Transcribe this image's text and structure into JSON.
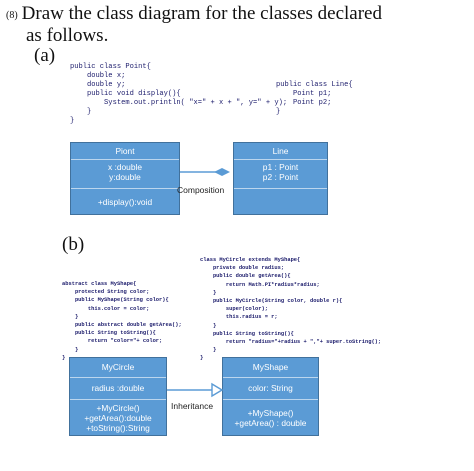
{
  "question": {
    "number": "(8)",
    "line1": "Draw the class diagram for the classes declared",
    "line2": "as follows."
  },
  "part_a": {
    "label": "(a)",
    "code_point": [
      "public class Point{",
      "    double x;",
      "    double y;",
      "    public void display(){",
      "        System.out.println( \"x=\" + x + \", y=\" + y);",
      "    }",
      "}"
    ],
    "code_line": [
      "public class Line{",
      "    Point p1;",
      "    Point p2;",
      "}"
    ],
    "diagram": {
      "class1": {
        "name": "Piont",
        "attributes": [
          "x :double",
          "y:double"
        ],
        "methods": [
          "+display():void"
        ]
      },
      "class2": {
        "name": "Line",
        "attributes": [
          "p1 : Point",
          "p2 : Point"
        ],
        "methods": [
          ""
        ]
      },
      "relation": "Composition"
    }
  },
  "part_b": {
    "label": "(b)",
    "code_shape": [
      "abstract class MyShape{",
      "    protected String color;",
      "    public MyShape(String color){",
      "        this.color = color;",
      "    }",
      "    public abstract double getArea();",
      "    public String toString(){",
      "        return \"color=\"+ color;",
      "    }",
      "}"
    ],
    "code_circle": [
      "class MyCircle extends MyShape{",
      "    private double radius;",
      "    public double getArea(){",
      "        return Math.PI*radius*radius;",
      "    }",
      "    public MyCircle(String color, double r){",
      "        super(color);",
      "        this.radius = r;",
      "    }",
      "    public String toString(){",
      "        return \"radius=\"+radius + \",\"+ super.toString();",
      "    }",
      "}"
    ],
    "diagram": {
      "class1": {
        "name": "MyCircle",
        "attributes": [
          "radius :double"
        ],
        "methods": [
          "+MyCircle()",
          "+getArea():double",
          "+toString():String"
        ]
      },
      "class2": {
        "name": "MyShape",
        "attributes": [
          "color: String"
        ],
        "methods": [
          "+MyShape()",
          "+getArea() : double"
        ]
      },
      "relation": "Inheritance"
    }
  },
  "colors": {
    "class_box": "#5b9bd5",
    "class_border": "#41719c",
    "code_text": "#1b1b6b",
    "arrow": "#5b9bd5"
  }
}
